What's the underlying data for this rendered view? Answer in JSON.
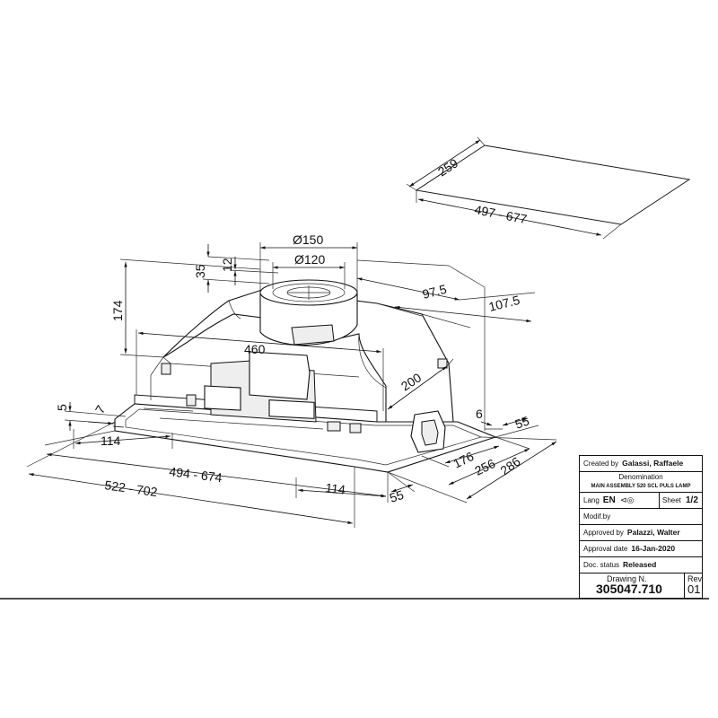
{
  "dimensions": {
    "cutout_depth": "259",
    "cutout_width": "497 - 677",
    "dia_outer": "Ø150",
    "dia_inner": "Ø120",
    "collar_35": "35",
    "collar_12": "12",
    "height_174": "174",
    "offset_97_5": "97.5",
    "offset_107_5": "107.5",
    "body_460": "460",
    "depth_200": "200",
    "flange_5": "5",
    "flange_7": "7",
    "edge_6": "6",
    "side_55_top": "55",
    "left_114": "114",
    "inner_width": "494 - 674",
    "bottom_114": "114",
    "outer_width": "522 - 702",
    "bottom_55": "55",
    "depth_176": "176",
    "depth_256": "256",
    "depth_286": "286"
  },
  "title_block": {
    "created_label": "Created by",
    "created_value": "Galassi, Raffaele",
    "denomination_label": "Denomination",
    "denomination_value": "MAIN ASSEMBLY 520 SCL PULS LAMP",
    "lang_label": "Lang",
    "lang_value": "EN",
    "sheet_label": "Sheet",
    "sheet_value": "1/2",
    "modif_label": "Modif.by",
    "approved_label": "Approved by",
    "approved_value": "Palazzi, Walter",
    "approval_date_label": "Approval date",
    "approval_date_value": "16-Jan-2020",
    "doc_status_label": "Doc. status",
    "doc_status_value": "Released",
    "drawing_label": "Drawing N.",
    "drawing_value": "305047.710",
    "rev_label": "Rev",
    "rev_value": "01"
  }
}
